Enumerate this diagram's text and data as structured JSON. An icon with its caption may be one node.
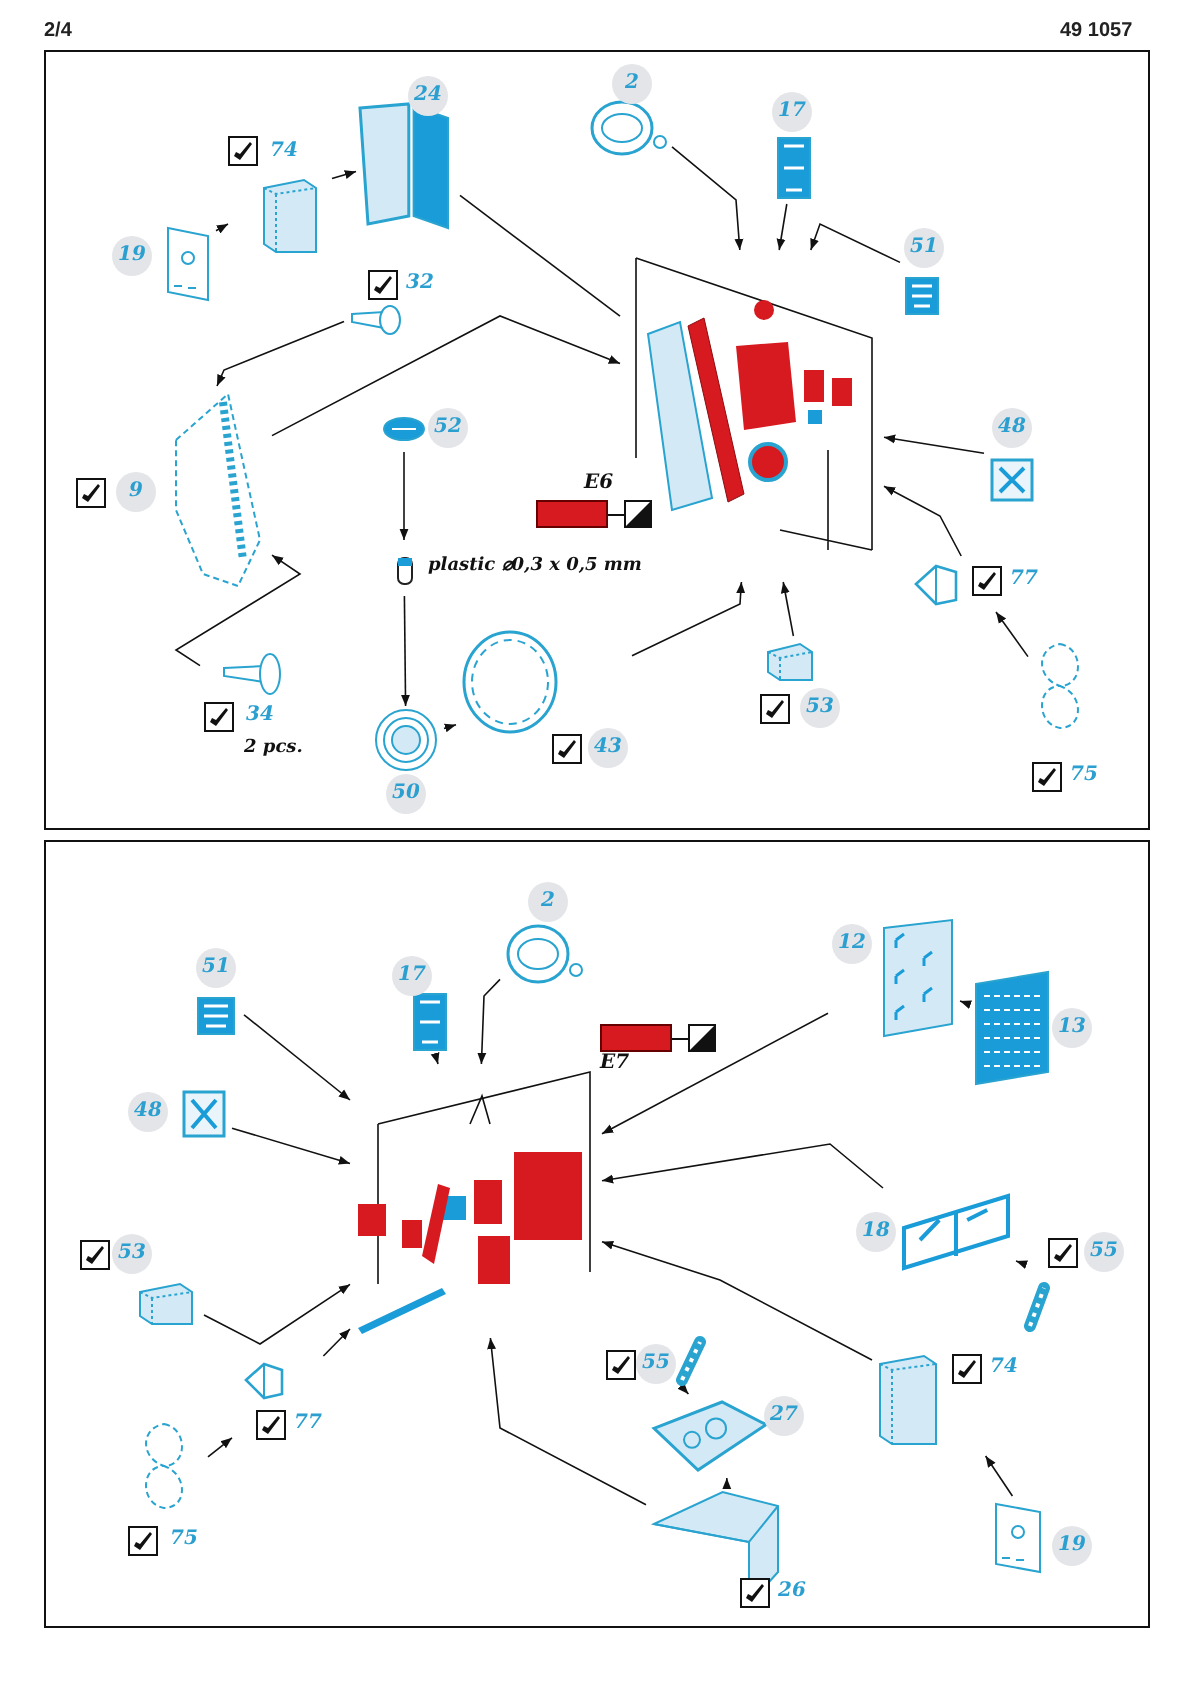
{
  "diagram": {
    "nodes": [
      {
        "text": [],
        "shape": "picture"
      },
      {
        "text": [
          "24"
        ]
      },
      {
        "text": [
          "74"
        ]
      },
      {
        "text": [
          "19"
        ]
      },
      {
        "text": [
          "32"
        ]
      },
      {
        "text": [
          "9"
        ]
      },
      {
        "text": [
          "34"
        ],
        "beside": [
          "2 pcs."
        ]
      },
      {
        "text": [
          "52"
        ]
      },
      {
        "text": [],
        "shape": "cylinder",
        "beside": [
          "plastic ⌀0,3 x 0,5 mm"
        ]
      },
      {
        "text": [
          "50"
        ]
      },
      {
        "text": [
          "43"
        ]
      },
      {
        "text": [
          "2"
        ]
      },
      {
        "text": [
          "17"
        ]
      },
      {
        "text": [
          "51"
        ]
      },
      {
        "text": [
          "48"
        ]
      },
      {
        "text": [
          "77"
        ]
      },
      {
        "text": [
          "75"
        ]
      },
      {
        "text": [
          "53"
        ]
      },
      {
        "text": [],
        "shape": "picture"
      },
      {
        "text": [
          "2"
        ]
      },
      {
        "text": [
          "51"
        ]
      },
      {
        "text": [
          "17"
        ]
      },
      {
        "text": [
          "48"
        ]
      },
      {
        "text": [
          "53"
        ]
      },
      {
        "text": [
          "77"
        ]
      },
      {
        "text": [
          "75"
        ]
      },
      {
        "text": [
          "12"
        ]
      },
      {
        "text": [
          "13"
        ]
      },
      {
        "text": [
          "18"
        ]
      },
      {
        "text": [
          "55"
        ]
      },
      {
        "text": [
          "74"
        ]
      },
      {
        "text": [
          "19"
        ]
      },
      {
        "text": [
          "55"
        ]
      },
      {
        "text": [
          "27"
        ]
      },
      {
        "text": [
          "26"
        ]
      }
    ],
    "edges": [
      {
        "from": 3,
        "to": 2,
        "arrow": "to"
      },
      {
        "from": 2,
        "to": 1,
        "arrow": "to"
      },
      {
        "from": 1,
        "to": 0,
        "arrow": "none"
      },
      {
        "from": 4,
        "to": 5,
        "arrow": "to"
      },
      {
        "from": 5,
        "to": 0,
        "arrow": "to"
      },
      {
        "from": 6,
        "to": 5,
        "arrow": "to"
      },
      {
        "from": 7,
        "to": 8,
        "arrow": "to"
      },
      {
        "from": 8,
        "to": 9,
        "arrow": "to"
      },
      {
        "from": 9,
        "to": 10,
        "arrow": "to"
      },
      {
        "from": 10,
        "to": 0,
        "arrow": "to"
      },
      {
        "from": 11,
        "to": 0,
        "arrow": "to"
      },
      {
        "from": 12,
        "to": 0,
        "arrow": "to"
      },
      {
        "from": 13,
        "to": 0,
        "arrow": "to"
      },
      {
        "from": 14,
        "to": 0,
        "arrow": "to"
      },
      {
        "from": 15,
        "to": 0,
        "arrow": "to"
      },
      {
        "from": 16,
        "to": 15,
        "arrow": "to"
      },
      {
        "from": 17,
        "to": 0,
        "arrow": "to"
      },
      {
        "from": 19,
        "to": 18,
        "arrow": "to"
      },
      {
        "from": 20,
        "to": 18,
        "arrow": "to"
      },
      {
        "from": 21,
        "to": 18,
        "arrow": "to"
      },
      {
        "from": 22,
        "to": 18,
        "arrow": "to"
      },
      {
        "from": 23,
        "to": 18,
        "arrow": "to"
      },
      {
        "from": 24,
        "to": 18,
        "arrow": "to"
      },
      {
        "from": 25,
        "to": 24,
        "arrow": "to"
      },
      {
        "from": 26,
        "to": 18,
        "arrow": "to"
      },
      {
        "from": 27,
        "to": 26,
        "arrow": "to"
      },
      {
        "from": 28,
        "to": 18,
        "arrow": "to"
      },
      {
        "from": 29,
        "to": 28,
        "arrow": "to"
      },
      {
        "from": 30,
        "to": 18,
        "arrow": "to"
      },
      {
        "from": 31,
        "to": 30,
        "arrow": "to"
      },
      {
        "from": 32,
        "to": 33,
        "arrow": "to"
      },
      {
        "from": 34,
        "to": 33,
        "arrow": "to"
      },
      {
        "from": 34,
        "to": 18,
        "arrow": "to"
      }
    ],
    "labels": [
      "2/4",
      "49 1057"
    ],
    "legend": [
      {
        "text": "E6",
        "color": "#d71920"
      },
      {
        "text": "E7",
        "color": "#d71920"
      }
    ]
  }
}
